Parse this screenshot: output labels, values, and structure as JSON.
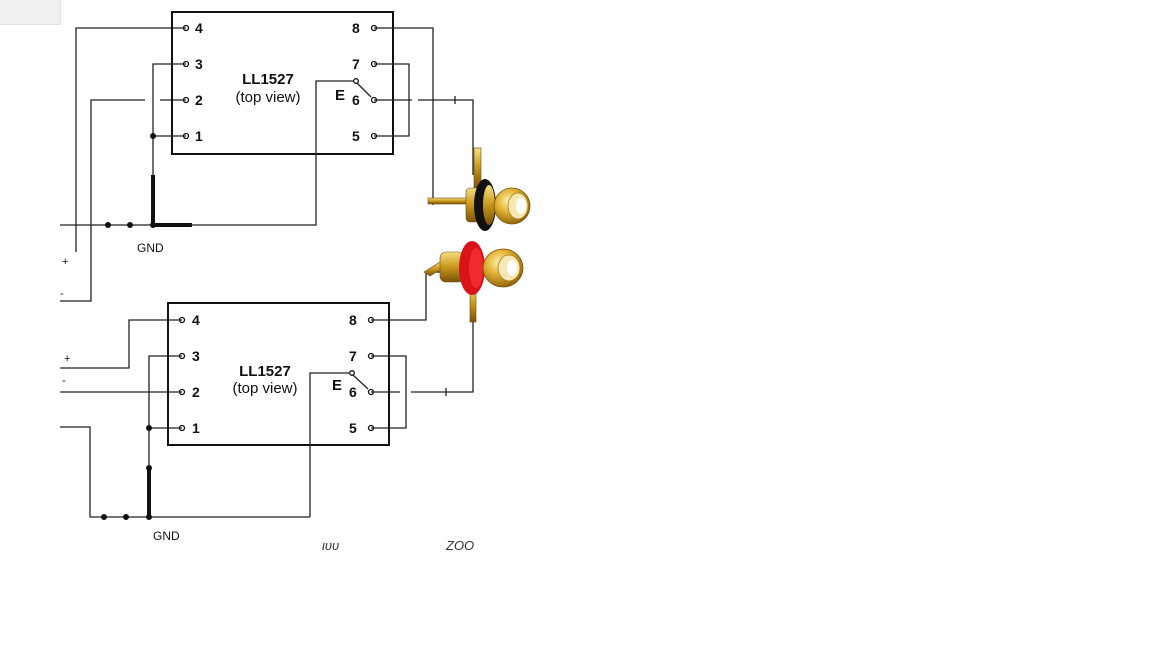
{
  "transformer_top": {
    "title": "LL1527",
    "subtitle": "(top view)",
    "pins_left": [
      "4",
      "3",
      "2",
      "1"
    ],
    "pins_right": [
      "8",
      "7",
      "6",
      "5"
    ],
    "tap_label": "E"
  },
  "transformer_bottom": {
    "title": "LL1527",
    "subtitle": "(top view)",
    "pins_left": [
      "4",
      "3",
      "2",
      "1"
    ],
    "pins_right": [
      "8",
      "7",
      "6",
      "5"
    ],
    "tap_label": "E"
  },
  "labels": {
    "gnd_top": "GND",
    "gnd_bottom": "GND",
    "plus_top": "+",
    "minus_top": "-",
    "plus_bottom": "+",
    "minus_bottom": "-",
    "stray_left": "ιυυ",
    "stray_right": "ΖΟΟ"
  },
  "colors": {
    "wire": "#222222",
    "jack_top_ring": "#111111",
    "jack_bottom_ring": "#d8141a",
    "jack_gold": "#d4a21c"
  },
  "icons": [
    "rca-jack-black-icon",
    "rca-jack-red-icon"
  ]
}
